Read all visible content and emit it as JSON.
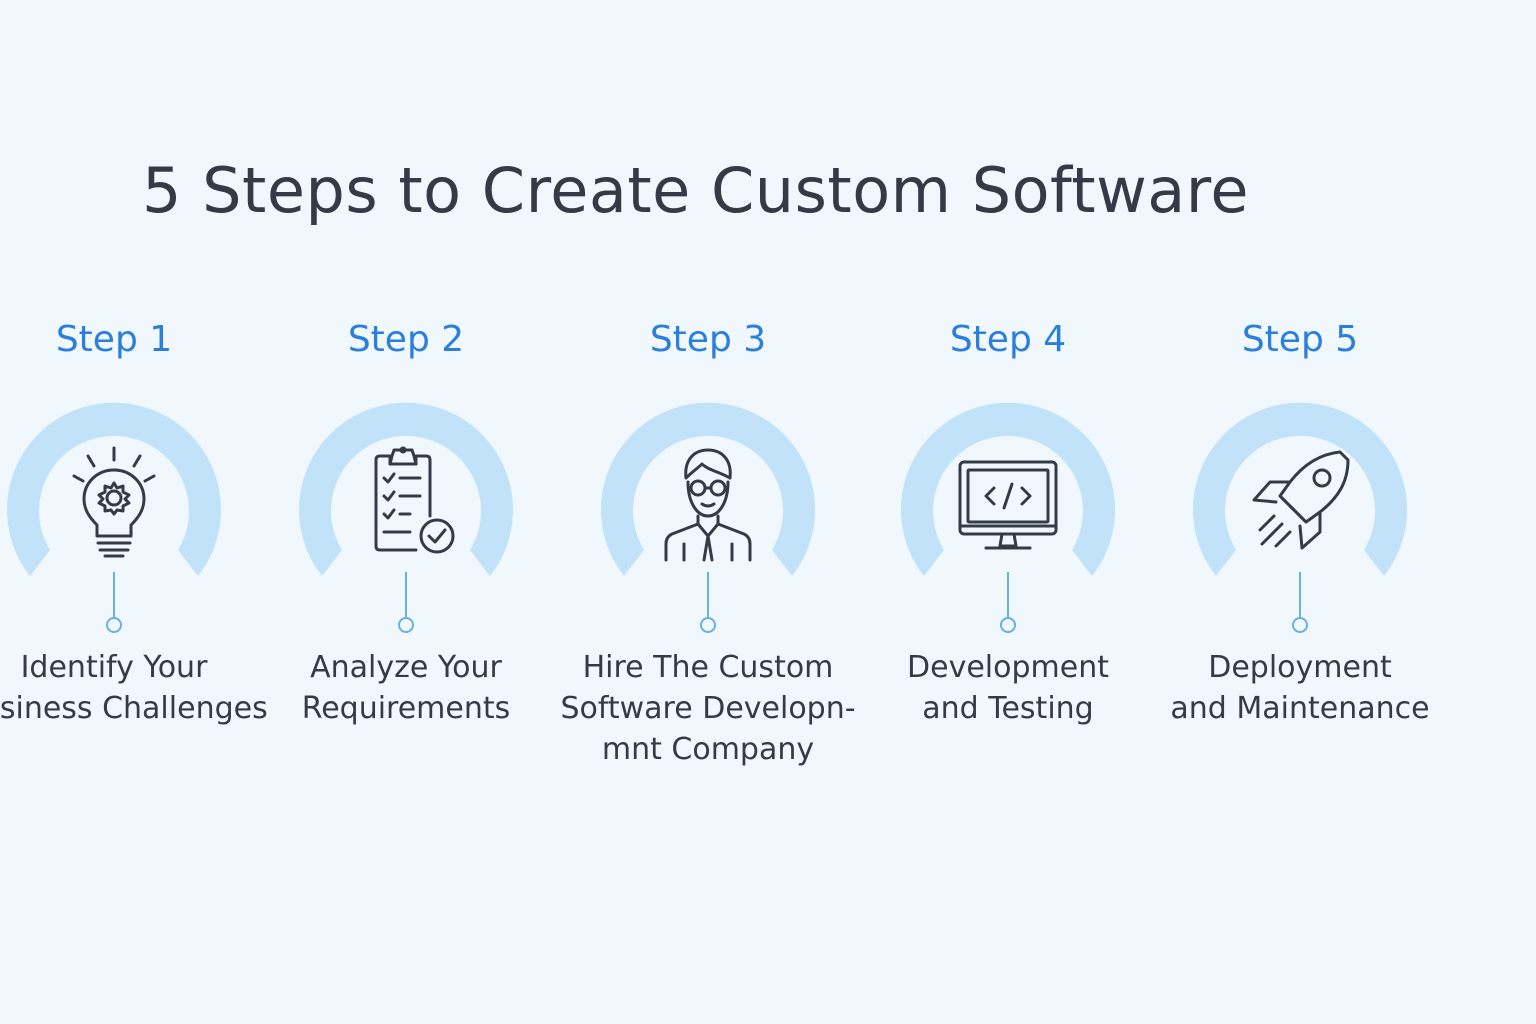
{
  "title": "5 Steps to Create Custom Software",
  "colors": {
    "background": "#f0f8fd",
    "accent": "#2a7fdc",
    "arc": "#c2e2fa",
    "text": "#333b47",
    "connector": "#6aaee6"
  },
  "steps": [
    {
      "label": "Step 1",
      "icon": "lightbulb-gear-icon",
      "lines": [
        "Identify Your",
        "Business Challenges"
      ]
    },
    {
      "label": "Step 2",
      "icon": "clipboard-checklist-icon",
      "lines": [
        "Analyze Your",
        "Requirements"
      ]
    },
    {
      "label": "Step 3",
      "icon": "developer-person-icon",
      "lines": [
        "Hire The Custom",
        "Software Developn-",
        "mnt Company"
      ]
    },
    {
      "label": "Step 4",
      "icon": "code-monitor-icon",
      "lines": [
        "Development",
        "and Testing"
      ]
    },
    {
      "label": "Step 5",
      "icon": "rocket-icon",
      "lines": [
        "Deployment",
        "and Maintenance"
      ]
    }
  ]
}
